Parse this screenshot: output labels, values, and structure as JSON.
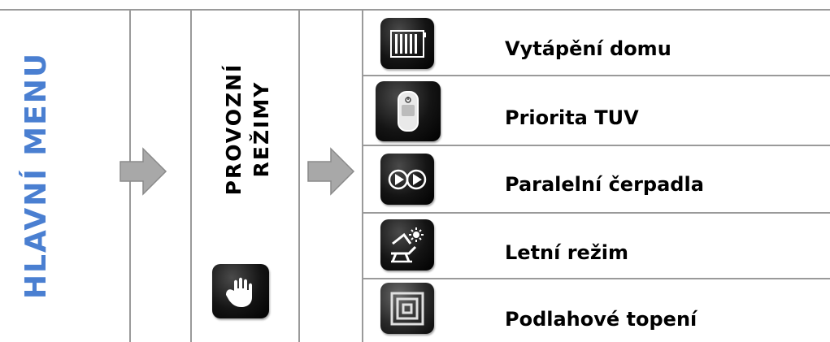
{
  "main_menu": {
    "title": "HLAVNÍ MENU"
  },
  "modes_section": {
    "title_line1": "PROVOZNÍ",
    "title_line2": "REŽIMY",
    "hand_icon": "hand-icon"
  },
  "mode_items": [
    {
      "label": "Vytápění domu",
      "icon": "radiator-icon"
    },
    {
      "label": "Priorita TUV",
      "icon": "boiler-icon"
    },
    {
      "label": "Paralelní čerpadla",
      "icon": "pumps-icon"
    },
    {
      "label": "Letní režim",
      "icon": "summer-icon"
    },
    {
      "label": "Podlahové topení",
      "icon": "floor-heating-icon"
    }
  ],
  "colors": {
    "accent": "#4a7fd1",
    "border": "#9a9a9a",
    "arrow": "#a8a8a8"
  }
}
